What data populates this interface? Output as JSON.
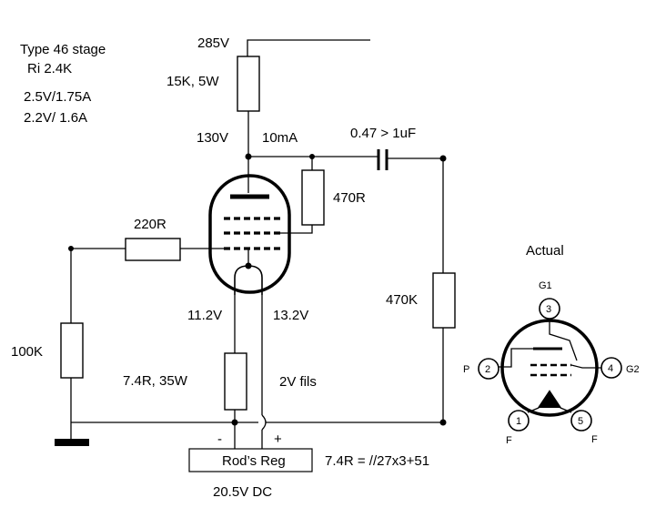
{
  "notes": {
    "title": "Type 46 stage",
    "ri": "Ri 2.4K",
    "heater1": "2.5V/1.75A",
    "heater2": "2.2V/ 1.6A"
  },
  "labels": {
    "supply": "285V",
    "r_plate": "15K, 5W",
    "v_plate": "130V",
    "current": "10mA",
    "cap": "0.47 > 1uF",
    "r_g2": "470R",
    "r_grid": "220R",
    "r_out": "470K",
    "r_in": "100K",
    "v_fil_left": "11.2V",
    "v_fil_right": "13.2V",
    "r_fil": "7.4R, 35W",
    "fils": "2V fils",
    "minus": "-",
    "plus": "+",
    "regulator": "Rod’s Reg",
    "r_formula": "7.4R = //27x3+51",
    "reg_voltage": "20.5V DC"
  },
  "pinout": {
    "title": "Actual",
    "pins": [
      {
        "num": "1",
        "name": "F"
      },
      {
        "num": "2",
        "name": "P"
      },
      {
        "num": "3",
        "name": "G1"
      },
      {
        "num": "4",
        "name": "G2"
      },
      {
        "num": "5",
        "name": "F"
      }
    ]
  }
}
